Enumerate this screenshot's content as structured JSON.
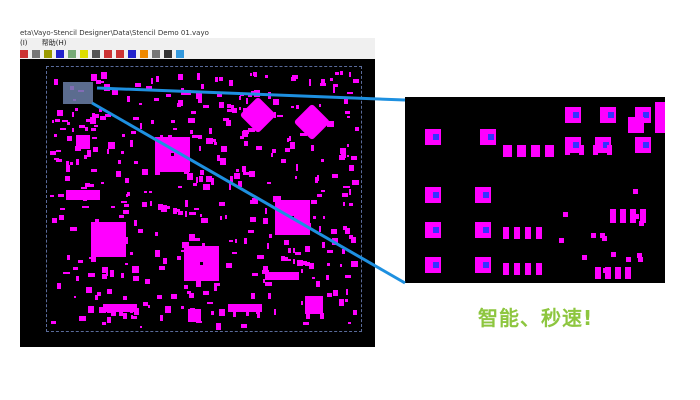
{
  "window": {
    "title": "eta\\Vayo-Stencil Designer\\Data\\Stencil Demo 01.vayo"
  },
  "menu": {
    "items": [
      "(I)",
      "帮助(H)"
    ]
  },
  "toolbar": {
    "icons": [
      "layers-icon",
      "zoom-icon",
      "circle-icon",
      "bar-icon",
      "points-icon",
      "bulb-icon",
      "measure-icon",
      "pad-icon",
      "pad2-icon",
      "rect-icon",
      "color-icon",
      "settings-icon",
      "find-icon",
      "export-icon"
    ]
  },
  "colors": {
    "pad": "#ff00ff",
    "line": "#1e90e0",
    "slogan": "#8dc63f"
  },
  "slogan": "智能、秒速!"
}
